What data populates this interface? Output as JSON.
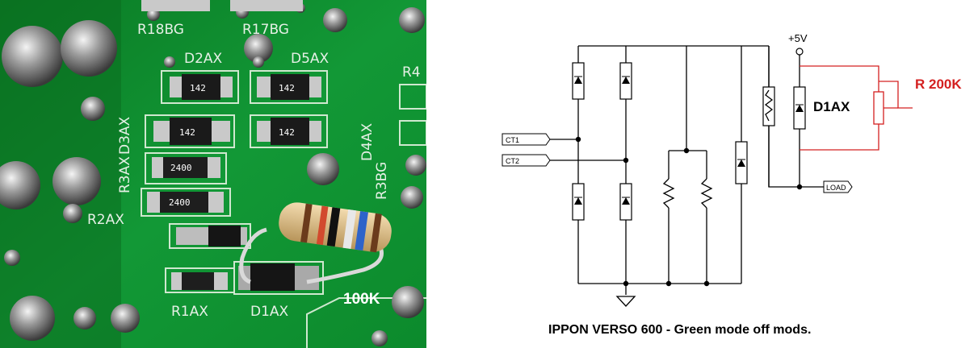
{
  "photo": {
    "silkscreen": {
      "r18bg": "R18BG",
      "r17bg": "R17BG",
      "d2ax": "D2AX",
      "d5ax": "D5AX",
      "r4": "R4",
      "d3ax": "D3AX",
      "r3ax": "R3AX",
      "r2ax": "R2AX",
      "d4ax": "D4AX",
      "r3bg": "R3BG",
      "r1ax": "R1AX",
      "d1ax": "D1AX"
    },
    "part_markings": {
      "diode1": "142",
      "diode2": "142",
      "diode3": "142",
      "diode4": "142",
      "res1": "2400",
      "res2": "2400"
    },
    "added_resistor_label": "100K"
  },
  "schematic": {
    "ct1": "CT1",
    "ct2": "CT2",
    "load": "LOAD",
    "vcc": "+5V",
    "d1ax_label": "D1AX",
    "r200k_label": "R 200K",
    "caption": "IPPON VERSO 600 - Green mode off mods."
  },
  "colors": {
    "pcb_green": "#0f8a2c",
    "mod_red": "#d42020"
  }
}
